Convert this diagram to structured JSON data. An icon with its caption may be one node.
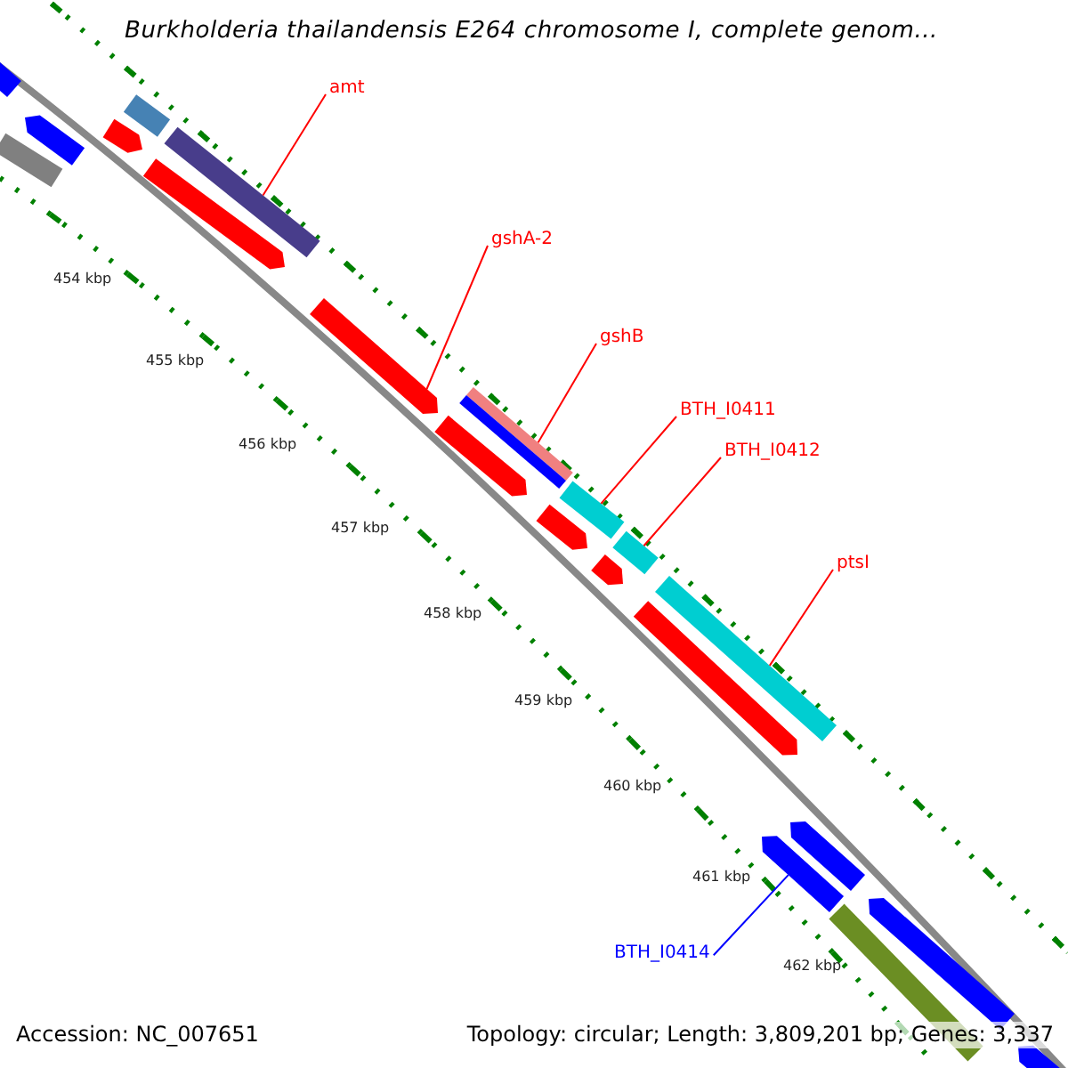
{
  "diagram": {
    "title": "Burkholderia thailandensis E264 chromosome I, complete genom...",
    "nodes": [
      {
        "text": [],
        "shape": "bar"
      },
      {
        "text": [],
        "shape": "bar"
      },
      {
        "text": [],
        "shape": "bar"
      },
      {
        "text": [],
        "shape": "bar"
      },
      {
        "text": [],
        "shape": "bar"
      },
      {
        "text": [],
        "shape": "bar"
      },
      {
        "text": [],
        "shape": "bar"
      },
      {
        "text": [],
        "shape": "bar"
      },
      {
        "text": [],
        "shape": "bar"
      },
      {
        "text": [],
        "shape": "bar"
      },
      {
        "text": [],
        "shape": "bar"
      },
      {
        "text": [],
        "shape": "bar"
      },
      {
        "text": [],
        "shape": "bar"
      },
      {
        "text": [],
        "shape": "bar"
      },
      {
        "text": [],
        "shape": "bar"
      },
      {
        "text": [],
        "shape": "bar"
      },
      {
        "text": [],
        "shape": "bar"
      },
      {
        "text": [],
        "shape": "bar"
      },
      {
        "text": [],
        "shape": "bar"
      },
      {
        "text": [],
        "shape": "bar"
      },
      {
        "text": [],
        "shape": "bar"
      },
      {
        "text": [
          "amt"
        ]
      },
      {
        "text": [
          "gshA-2"
        ]
      },
      {
        "text": [
          "gshB"
        ]
      },
      {
        "text": [
          "BTH_I0411"
        ]
      },
      {
        "text": [
          "BTH_I0412"
        ]
      },
      {
        "text": [
          "ptsI"
        ]
      },
      {
        "text": [
          "BTH_I0414"
        ]
      }
    ],
    "edges": [
      {
        "from": 21,
        "to": 5,
        "arrow": "none"
      },
      {
        "from": 22,
        "to": 7,
        "arrow": "none"
      },
      {
        "from": 23,
        "to": 8,
        "arrow": "none"
      },
      {
        "from": 24,
        "to": 10,
        "arrow": "none"
      },
      {
        "from": 25,
        "to": 12,
        "arrow": "none"
      },
      {
        "from": 26,
        "to": 14,
        "arrow": "none"
      },
      {
        "from": 27,
        "to": 17,
        "arrow": "none",
        "color": "#0000ff"
      }
    ],
    "labels": [
      "454 kbp",
      "455 kbp",
      "456 kbp",
      "457 kbp",
      "458 kbp",
      "459 kbp",
      "460 kbp",
      "461 kbp",
      "462 kbp",
      "Accession: NC_007651",
      "Topology: circular; Length: 3,809,201 bp; Genes: 3,337"
    ]
  }
}
